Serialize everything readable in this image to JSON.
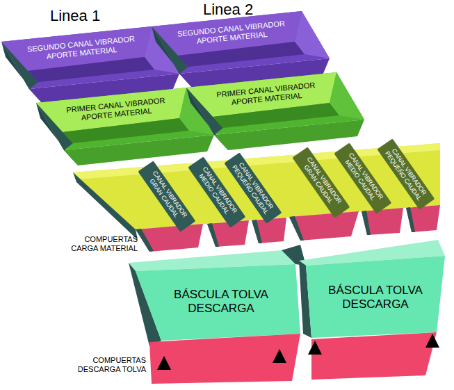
{
  "diagram": {
    "nodes": [
      {
        "text": [
          "SEGUNDO CANAL VIBRADOR APORTE MATERIAL"
        ]
      },
      {
        "text": [
          "SEGUNDO CANAL VIBRADOR APORTE MATERIAL"
        ]
      },
      {
        "text": [
          "PRIMER CANAL VIBRADOR APORTE MATERIAL"
        ]
      },
      {
        "text": [
          "PRIMER CANAL VIBRADOR APORTE MATERIAL"
        ]
      },
      {
        "text": [
          "CANAL VIBRADOR GRAN CAUDAL"
        ]
      },
      {
        "text": [
          "CANAL VIBRADOR MEDIO CAUDAL"
        ]
      },
      {
        "text": [
          "CANAL VIBRADOR PEQUEÑO CAUDAL"
        ]
      },
      {
        "text": [
          "CANAL VIBRADOR GRAN CAUDAL"
        ]
      },
      {
        "text": [
          "CANAL VIBRADOR MEDIO CAUDAL"
        ]
      },
      {
        "text": [
          "CANAL VIBRADOR PEQUEÑO CAUDAL"
        ]
      },
      {
        "text": [
          "BÁSCULA TOLVA DESCARGA"
        ]
      },
      {
        "text": [
          "BÁSCULA TOLVA DESCARGA"
        ]
      }
    ],
    "labels": [
      "Linea 1",
      "Linea 2",
      "COMPUERTAS CARGA MATERIAL",
      "COMPUERTAS DESCARGA TOLVA"
    ]
  }
}
